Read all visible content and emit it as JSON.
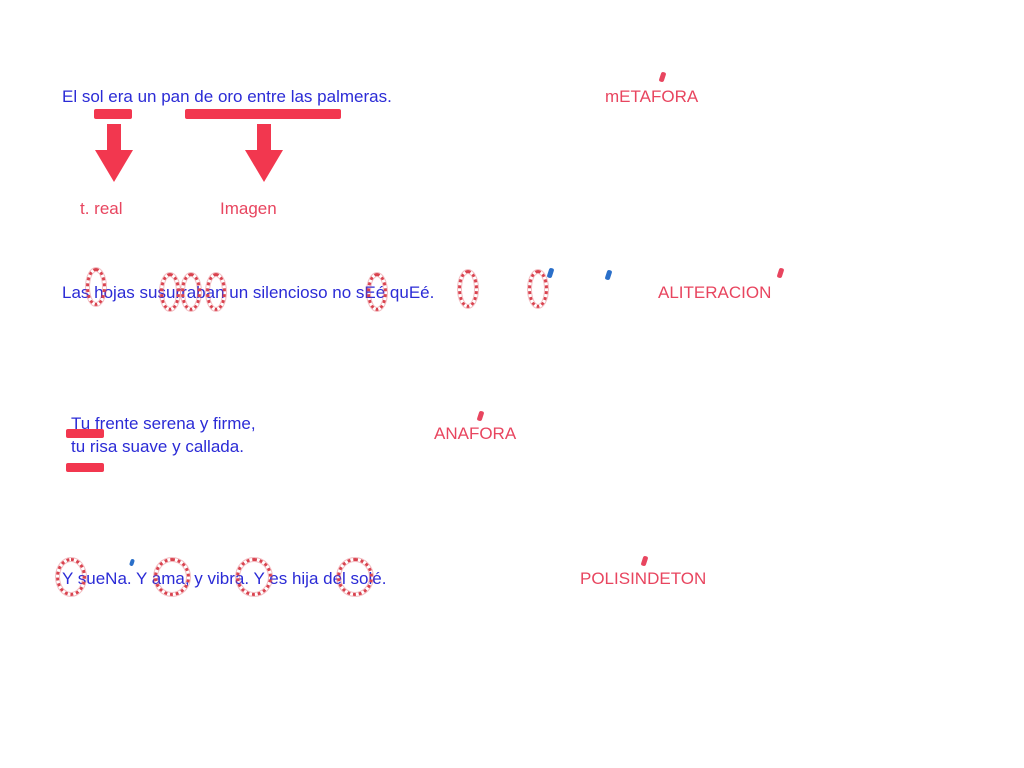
{
  "example1": {
    "sentence": "El sol era un pan de oro entre las palmeras.",
    "figure": "mETAFORA",
    "label_real": "t. real",
    "label_image": "Imagen"
  },
  "example2": {
    "sentence": "Las hojas susurraban un silencioso no sEé quEé.",
    "figure": "ALITERACION"
  },
  "example3": {
    "line1": "Tu frente serena y firme,",
    "line2": "tu risa suave y callada.",
    "figure": "ANAFORA"
  },
  "example4": {
    "sentence": "Y sueNa. Y ama, y vibra. Y es hija del solé.",
    "figure": "POLISINDETON"
  },
  "colors": {
    "sentence_text": "#2b2bd6",
    "figure_text": "#e8455f",
    "annotation_red": "#f2374f",
    "annotation_blue": "#2a6fc9"
  }
}
